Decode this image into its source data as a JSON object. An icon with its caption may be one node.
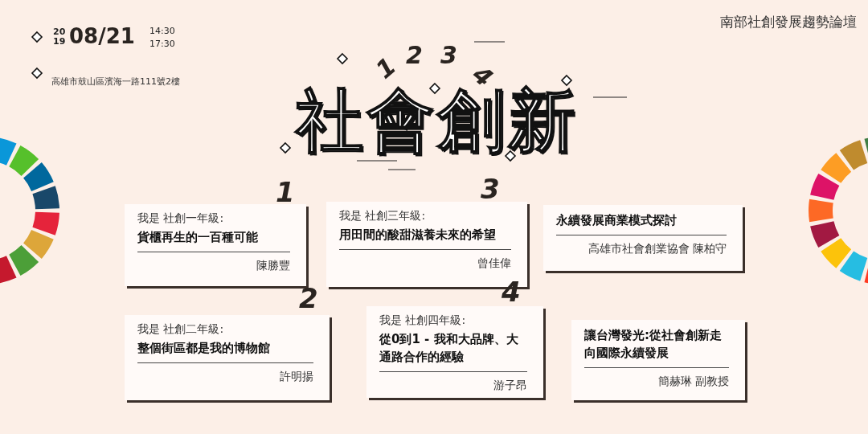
{
  "diagram": {
    "title": "社會創新",
    "nodes": [
      {
        "text": [
          "我是 社創一年級:",
          "貨櫃再生的一百種可能",
          "陳勝豐"
        ],
        "beside": [
          "1"
        ]
      },
      {
        "text": [
          "我是 社創三年級:",
          "用田間的酸甜滋養未來的希望",
          "曾佳偉"
        ],
        "beside": [
          "3"
        ]
      },
      {
        "text": [
          "永續發展商業模式探討",
          "高雄市社會創業協會 陳柏守"
        ]
      },
      {
        "text": [
          "我是 社創二年級:",
          "整個街區都是我的博物館",
          "許明揚"
        ],
        "beside": [
          "2"
        ]
      },
      {
        "text": [
          "我是 社創四年級:",
          "從0到1 - 我和大品牌、大通路合作的經驗",
          "游子昂"
        ],
        "beside": [
          "4"
        ]
      },
      {
        "text": [
          "讓台灣發光:從社會創新走向國際永續發展",
          "簡赫琳 副教授"
        ]
      }
    ],
    "labels": [
      "南部社創發展趨勢論壇",
      "20",
      "19",
      "08/21",
      "14:30",
      "17:30",
      "高雄市鼓山區濱海一路111號2樓",
      "1",
      "2",
      "3",
      "4"
    ]
  }
}
